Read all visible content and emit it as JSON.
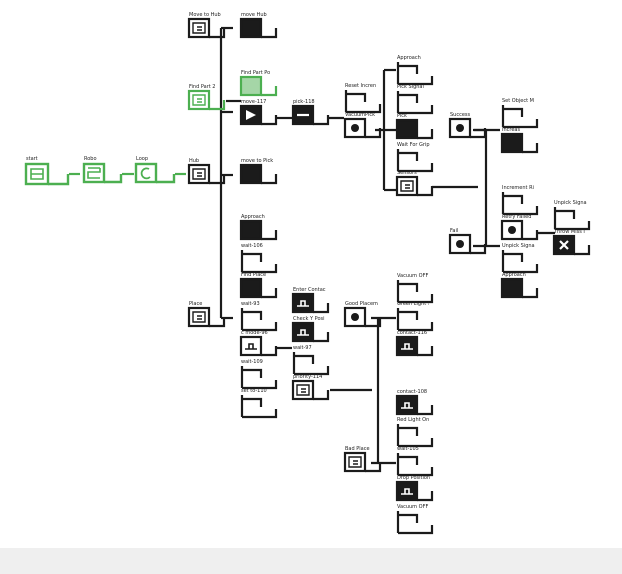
{
  "colors": {
    "line": "#1b1b1b",
    "active": "#4caf50",
    "active_fill": "#a5d6a7",
    "canvas": "#ffffff",
    "footer": "#efefef"
  },
  "nodes": [
    {
      "id": "start",
      "label": "start",
      "icon": "sequence-icon",
      "active": true
    },
    {
      "id": "robo",
      "label": "Robo",
      "icon": "sequence-icon",
      "active": true
    },
    {
      "id": "loop",
      "label": "Loop",
      "icon": "loop-icon",
      "active": true
    },
    {
      "id": "hub",
      "label": "Hub",
      "icon": "sequence-icon"
    },
    {
      "id": "move_to_hub",
      "label": "Move to Hub",
      "icon": "sequence-icon"
    },
    {
      "id": "move_hub",
      "label": "move Hub",
      "icon": "action-icon"
    },
    {
      "id": "find_part",
      "label": "Find Part 2",
      "icon": "sequence-icon",
      "active": true
    },
    {
      "id": "find_part_po",
      "label": "Find Part Po",
      "icon": "action-icon",
      "active": true
    },
    {
      "id": "move_117",
      "label": "move-117",
      "icon": "play-icon"
    },
    {
      "id": "pick_118",
      "label": "pick-118",
      "icon": "selector-icon"
    },
    {
      "id": "reset_incr",
      "label": "Reset Incren",
      "icon": ""
    },
    {
      "id": "vacuum_pick",
      "label": "VacuumPick",
      "icon": "parallel-icon"
    },
    {
      "id": "approach_1",
      "label": "Approach",
      "icon": "action-icon"
    },
    {
      "id": "pick_signal",
      "label": "Pick Signal",
      "icon": ""
    },
    {
      "id": "pick",
      "label": "Pick",
      "icon": "action-icon"
    },
    {
      "id": "wait_for_grip",
      "label": "Wait For Grip",
      "icon": ""
    },
    {
      "id": "sensors",
      "label": "Sensors",
      "icon": "sequence-icon"
    },
    {
      "id": "success",
      "label": "Success",
      "icon": "parallel-icon"
    },
    {
      "id": "set_object",
      "label": "Set Object M",
      "icon": ""
    },
    {
      "id": "increase",
      "label": "Increas",
      "icon": "action-icon"
    },
    {
      "id": "fail",
      "label": "Fail",
      "icon": "parallel-icon"
    },
    {
      "id": "increment_ri",
      "label": "Increment Ri",
      "icon": ""
    },
    {
      "id": "retry_failed",
      "label": "Retry Failed",
      "icon": "parallel-icon"
    },
    {
      "id": "unpick_signal",
      "label": "Unpick Signa",
      "icon": ""
    },
    {
      "id": "unpick_signa2",
      "label": "Unpick Signa",
      "icon": ""
    },
    {
      "id": "throw_miss",
      "label": "Throw Miss I",
      "icon": "throw-icon"
    },
    {
      "id": "approach_2",
      "label": "Approach",
      "icon": "action-icon"
    },
    {
      "id": "move_to_pick",
      "label": "move to Pick",
      "icon": "action-icon"
    },
    {
      "id": "place",
      "label": "Place",
      "icon": "sequence-icon"
    },
    {
      "id": "approach_3",
      "label": "Approach",
      "icon": "action-icon"
    },
    {
      "id": "wait_106",
      "label": "wait-106",
      "icon": ""
    },
    {
      "id": "find_place",
      "label": "Find Place",
      "icon": "action-icon"
    },
    {
      "id": "wait_93",
      "label": "wait-93",
      "icon": ""
    },
    {
      "id": "c_mode_96",
      "label": "c mode-96",
      "icon": "condition-icon"
    },
    {
      "id": "wait_109",
      "label": "wait-109",
      "icon": ""
    },
    {
      "id": "set_to_110",
      "label": "set to-110",
      "icon": ""
    },
    {
      "id": "enter_contac",
      "label": "Enter Contac",
      "icon": "condition-icon"
    },
    {
      "id": "check_y_pos",
      "label": "Check Y Posi",
      "icon": "condition-icon"
    },
    {
      "id": "wait_97",
      "label": "wait-97",
      "icon": ""
    },
    {
      "id": "priority_114",
      "label": "priority-114",
      "icon": "sequence-icon"
    },
    {
      "id": "good_placem",
      "label": "Good Placem",
      "icon": "parallel-icon"
    },
    {
      "id": "vacuum_off_1",
      "label": "Vacuum OFF",
      "icon": ""
    },
    {
      "id": "green_light",
      "label": "Green Light !",
      "icon": ""
    },
    {
      "id": "contact_116",
      "label": "contact-116",
      "icon": "condition-icon"
    },
    {
      "id": "contact_108",
      "label": "contact-108",
      "icon": "condition-icon"
    },
    {
      "id": "red_light",
      "label": "Red Light On",
      "icon": ""
    },
    {
      "id": "bad_place",
      "label": "Bad Place",
      "icon": "sequence-icon"
    },
    {
      "id": "wait_105",
      "label": "wait-105",
      "icon": ""
    },
    {
      "id": "drop_position",
      "label": "Drop Position",
      "icon": "condition-icon"
    },
    {
      "id": "vacuum_off_2",
      "label": "Vacuum OFF",
      "icon": ""
    }
  ]
}
